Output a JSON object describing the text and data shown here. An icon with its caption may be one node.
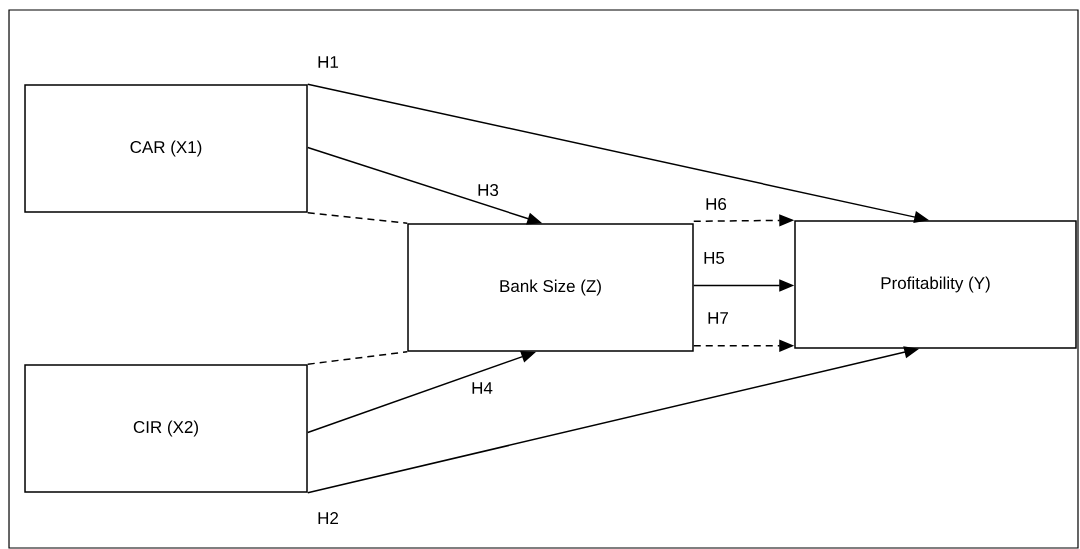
{
  "diagram": {
    "nodes": [
      {
        "text": [
          "CAR (X1)"
        ]
      },
      {
        "text": [
          "CIR (X2)"
        ]
      },
      {
        "text": [
          "Bank Size (Z)"
        ]
      },
      {
        "text": [
          "Profitability (Y)"
        ]
      }
    ],
    "edges": [
      {
        "from": 0,
        "to": 3,
        "arrow": "to",
        "label": "H1"
      },
      {
        "from": 1,
        "to": 3,
        "arrow": "to",
        "label": "H2"
      },
      {
        "from": 0,
        "to": 2,
        "arrow": "to",
        "label": "H3"
      },
      {
        "from": 1,
        "to": 2,
        "arrow": "to",
        "label": "H4"
      },
      {
        "from": 2,
        "to": 3,
        "arrow": "to",
        "label": "H5"
      },
      {
        "from": 0,
        "to": 2,
        "arrow": "none",
        "style": "dashed"
      },
      {
        "from": 1,
        "to": 2,
        "arrow": "none",
        "style": "dashed"
      },
      {
        "from": 2,
        "to": 3,
        "arrow": "to",
        "style": "dashed",
        "label": "H6"
      },
      {
        "from": 2,
        "to": 3,
        "arrow": "to",
        "style": "dashed",
        "label": "H7"
      }
    ]
  }
}
